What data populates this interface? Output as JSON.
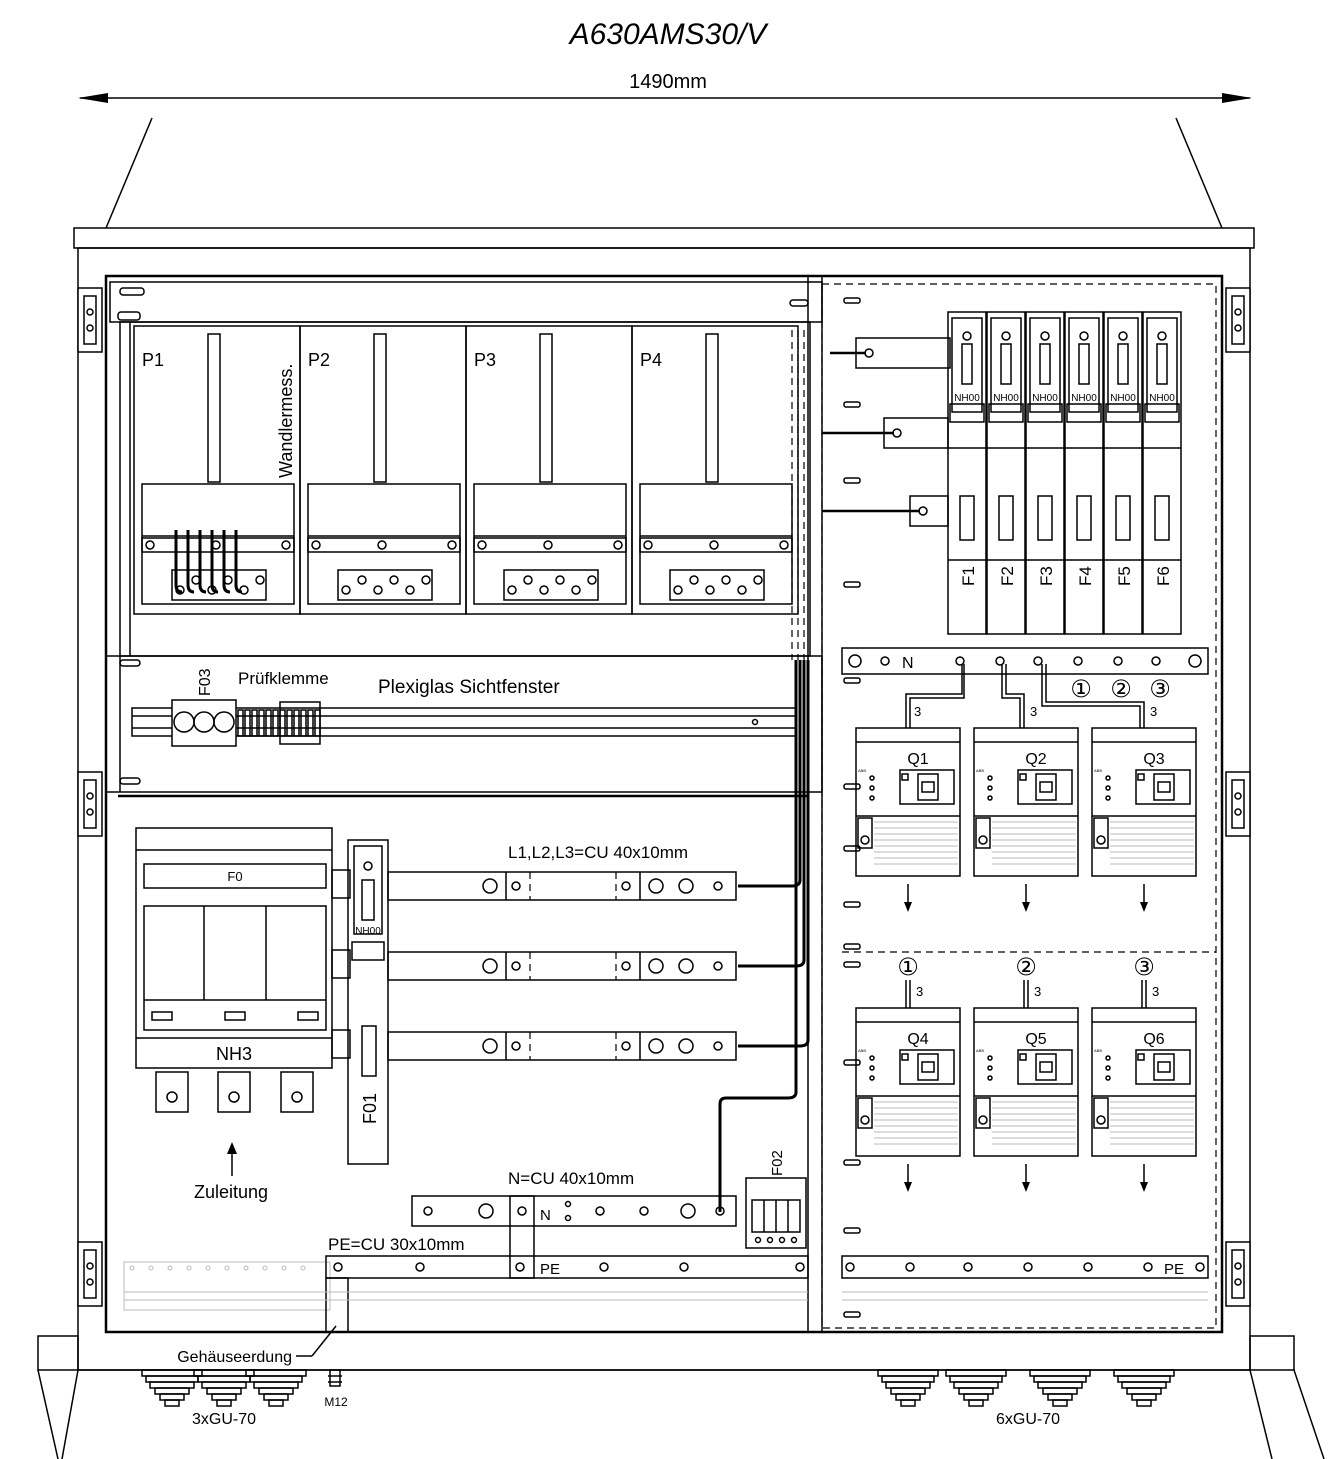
{
  "title": "A630AMS30/V",
  "width_label": "1490mm",
  "meters": [
    "P1",
    "P2",
    "P3",
    "P4"
  ],
  "meter_note": "Wandlermess.",
  "test_fuse": "F03",
  "test_terminal": "Prüfklemme",
  "window_label": "Plexiglas Sichtfenster",
  "main_fuse_label": "F0",
  "main_fuse_type": "NH3",
  "fuse_f01": "F01",
  "fuse_f02": "F02",
  "fuse_type_small": "NH00",
  "supply_label": "Zuleitung",
  "busbar_label": "L1,L2,L3=CU 40x10mm",
  "neutral_label": "N=CU 40x10mm",
  "pe_bar_label": "PE=CU 30x10mm",
  "n_label": "N",
  "pe_label": "PE",
  "outgoing_fuses": [
    "F1",
    "F2",
    "F3",
    "F4",
    "F5",
    "F6"
  ],
  "phase_markers": [
    "①",
    "②",
    "③"
  ],
  "breakers_top": [
    "Q1",
    "Q2",
    "Q3"
  ],
  "breakers_bottom": [
    "Q4",
    "Q5",
    "Q6"
  ],
  "cable_count": "3",
  "earthing_label": "Gehäuseerdung",
  "bolt_label": "M12",
  "gland_left": "3xGU-70",
  "gland_right": "6xGU-70",
  "breaker_brand_mark": "ABB"
}
